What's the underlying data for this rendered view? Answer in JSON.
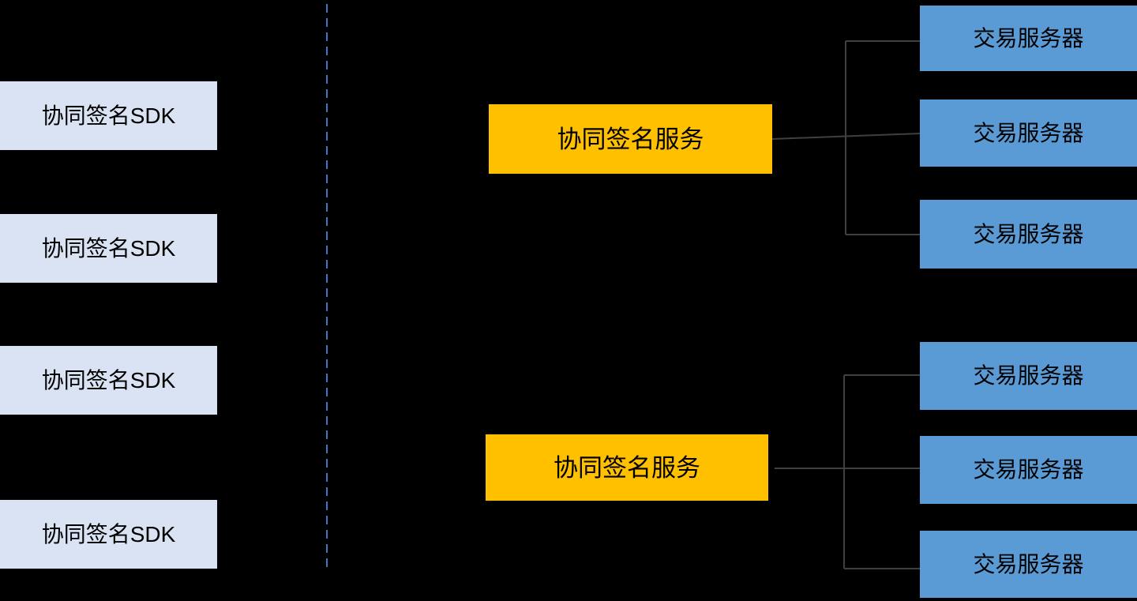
{
  "colors": {
    "background": "#000000",
    "sdk_box_fill": "#DAE3F3",
    "service_box_fill": "#FFC000",
    "server_box_fill": "#5B9BD5",
    "divider_line": "#4472C4",
    "connector_line": "#404040",
    "box_text": "#000000"
  },
  "sdk_boxes": [
    {
      "label": "协同签名SDK"
    },
    {
      "label": "协同签名SDK"
    },
    {
      "label": "协同签名SDK"
    },
    {
      "label": "协同签名SDK"
    }
  ],
  "service_boxes": [
    {
      "label": "协同签名服务"
    },
    {
      "label": "协同签名服务"
    }
  ],
  "server_boxes": [
    {
      "label": "交易服务器"
    },
    {
      "label": "交易服务器"
    },
    {
      "label": "交易服务器"
    },
    {
      "label": "交易服务器"
    },
    {
      "label": "交易服务器"
    },
    {
      "label": "交易服务器"
    }
  ]
}
